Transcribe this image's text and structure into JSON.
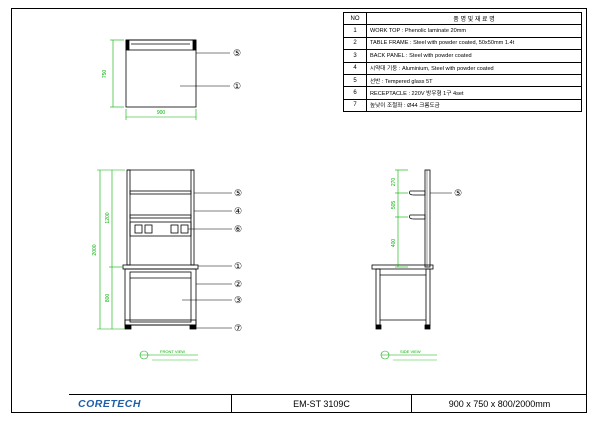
{
  "bom": {
    "headers": {
      "no": "NO",
      "name": "품 명  및  재 료 명"
    },
    "rows": [
      {
        "no": "1",
        "desc": "WORK TOP : Phenolic laminate 20mm"
      },
      {
        "no": "2",
        "desc": "TABLE FRAME : Steel with powder coated, 50x50mm 1.4t"
      },
      {
        "no": "3",
        "desc": "BACK PANEL : Steel with powder coated"
      },
      {
        "no": "4",
        "desc": "시약대 기둥 : Aluminium, Steel with powder coated"
      },
      {
        "no": "5",
        "desc": "선반 : Tempered glass 5T"
      },
      {
        "no": "6",
        "desc": "RECEPTACLE : 220V 방우형 1구 4set"
      },
      {
        "no": "7",
        "desc": "높낮이 조절좌 : Ø44 크롬도금"
      }
    ]
  },
  "titleblock": {
    "brand": "CORETECH",
    "model": "EM-ST 3109C",
    "size": "900 x 750 x 800/2000mm"
  },
  "top_view": {
    "dim_depth": "750",
    "dim_width": "900",
    "callouts": [
      "⑤",
      "①"
    ]
  },
  "front_view": {
    "dim_total": "2000",
    "dim_upper": "1200",
    "dim_lower": "800",
    "label": "FRONT VIEW",
    "callouts": [
      "⑤",
      "④",
      "⑥",
      "①",
      "②",
      "③",
      "⑦"
    ]
  },
  "side_view": {
    "dim_top": "270",
    "dim_mid": "505",
    "dim_low": "400",
    "label": "SIDE VIEW",
    "callouts": [
      "⑤"
    ]
  },
  "colors": {
    "dimension": "#00b000",
    "outline": "#000000",
    "brand": "#1f5fa8"
  }
}
